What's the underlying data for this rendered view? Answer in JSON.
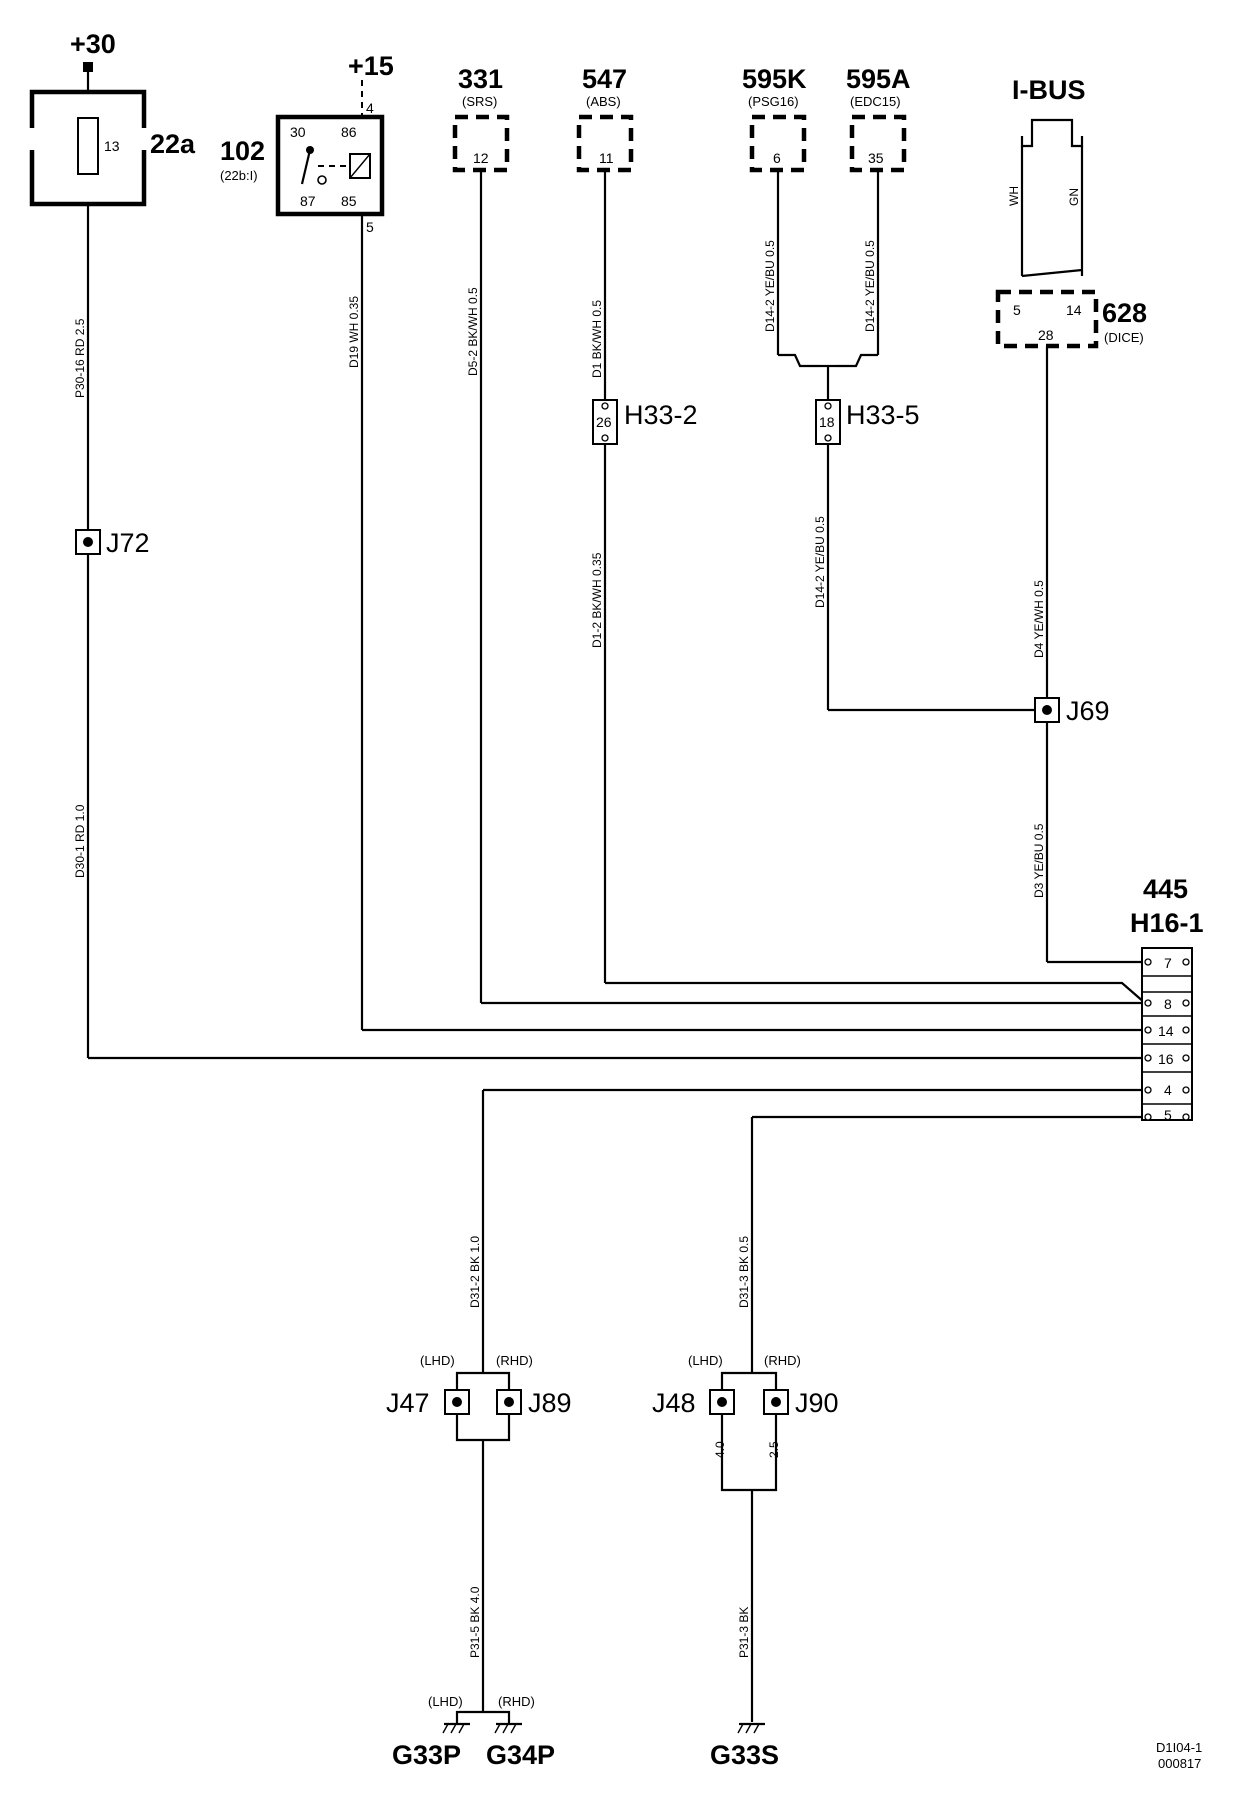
{
  "supply": {
    "plus30": "+30",
    "plus15": "+15",
    "plus15_pin": "4"
  },
  "fuse": {
    "id": "22a",
    "num": "13"
  },
  "relay": {
    "id": "102",
    "sub": "(22b:I)",
    "pins": [
      "30",
      "86",
      "87",
      "85"
    ],
    "out_pin": "5"
  },
  "modules": [
    {
      "id": "331",
      "sub": "(SRS)",
      "pin": "12"
    },
    {
      "id": "547",
      "sub": "(ABS)",
      "pin": "11"
    },
    {
      "id": "595K",
      "sub": "(PSG16)",
      "pin": "6"
    },
    {
      "id": "595A",
      "sub": "(EDC15)",
      "pin": "35"
    }
  ],
  "ibus": {
    "title": "I-BUS",
    "wire_a": "WH",
    "wire_b": "GN"
  },
  "dice": {
    "id": "628",
    "sub": "(DICE)",
    "pins": [
      "5",
      "14",
      "28"
    ]
  },
  "connectors": [
    {
      "id": "H33-2",
      "pin": "26"
    },
    {
      "id": "H33-5",
      "pin": "18"
    }
  ],
  "splices": [
    "J72",
    "J69"
  ],
  "dlc": {
    "id": "445",
    "conn": "H16-1",
    "pins": [
      "7",
      "8",
      "14",
      "16",
      "4",
      "5"
    ]
  },
  "wires": [
    "P30-16  RD  2.5",
    "D30-1  RD  1.0",
    "D19  WH  0.35",
    "D5-2  BK/WH  0.5",
    "D1  BK/WH  0.5",
    "D1-2  BK/WH  0.35",
    "D14-2  YE/BU  0.5",
    "D14-2  YE/BU  0.5",
    "D14-2  YE/BU  0.5",
    "D4  YE/WH  0.5",
    "D3  YE/BU  0.5",
    "D31-2  BK  1.0",
    "D31-3  BK  0.5",
    "P31-5  BK  4.0",
    "P31-3  BK",
    "4.0",
    "2.5"
  ],
  "ground_splices": {
    "left": {
      "lhd": "(LHD)",
      "rhd": "(RHD)",
      "a": "J47",
      "b": "J89"
    },
    "right": {
      "lhd": "(LHD)",
      "rhd": "(RHD)",
      "a": "J48",
      "b": "J90"
    }
  },
  "grounds": {
    "lhd": "(LHD)",
    "rhd": "(RHD)",
    "items": [
      "G33P",
      "G34P",
      "G33S"
    ]
  },
  "footer": {
    "ref": "D1I04-1",
    "date": "000817"
  }
}
